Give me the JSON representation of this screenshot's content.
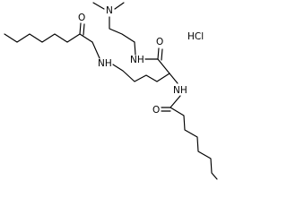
{
  "molecule": {
    "atom_labels": {
      "nme2_n": "N",
      "upper_nh": "NH",
      "top_carbonyl_o": "O",
      "hcl": "HCl",
      "left_carbonyl_o": "O",
      "left_nh": "NH",
      "right_nh": "NH",
      "bottom_carbonyl_o": "O"
    },
    "colors": {
      "bond": "#000000",
      "label": "#000000",
      "background": "#ffffff"
    }
  }
}
